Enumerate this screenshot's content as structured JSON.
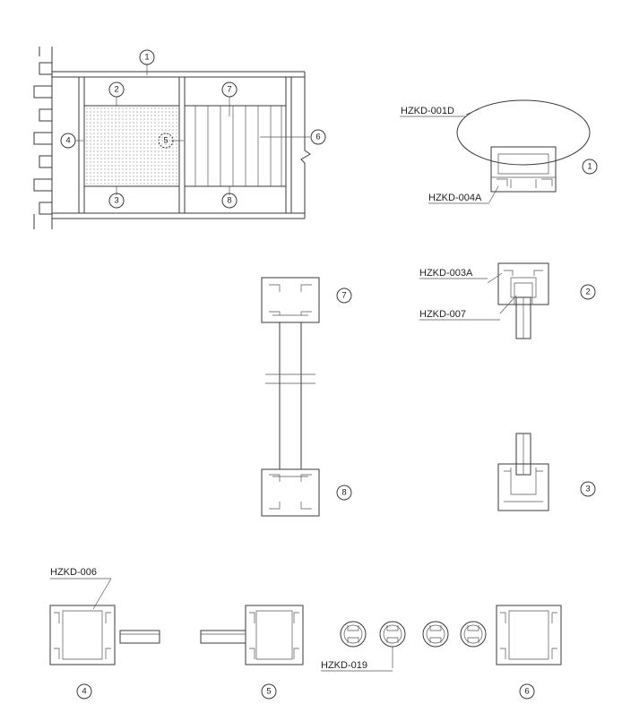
{
  "colors": {
    "line": "#3a3a3a",
    "background": "#ffffff"
  },
  "labels": {
    "hzkd_001d": "HZKD-001D",
    "hzkd_004a": "HZKD-004A",
    "hzkd_003a": "HZKD-003A",
    "hzkd_007": "HZKD-007",
    "hzkd_006": "HZKD-006",
    "hzkd_019": "HZKD-019"
  },
  "callouts": {
    "c1": "1",
    "c2": "2",
    "c3": "3",
    "c4": "4",
    "c5": "5",
    "c6": "6",
    "c7": "7",
    "c8": "8"
  }
}
